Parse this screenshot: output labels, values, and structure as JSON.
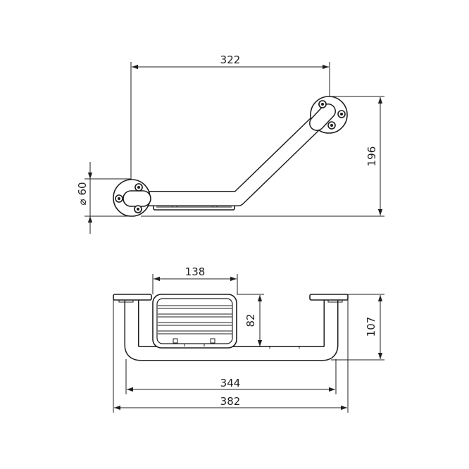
{
  "drawing": {
    "top_view": {
      "width_dim": "322",
      "height_dim": "196",
      "diameter_dim": "60",
      "diameter_symbol": "⌀"
    },
    "front_view": {
      "basket_width_dim": "138",
      "basket_height_dim": "82",
      "total_height_dim": "107",
      "inner_width_dim": "344",
      "overall_width_dim": "382"
    }
  }
}
